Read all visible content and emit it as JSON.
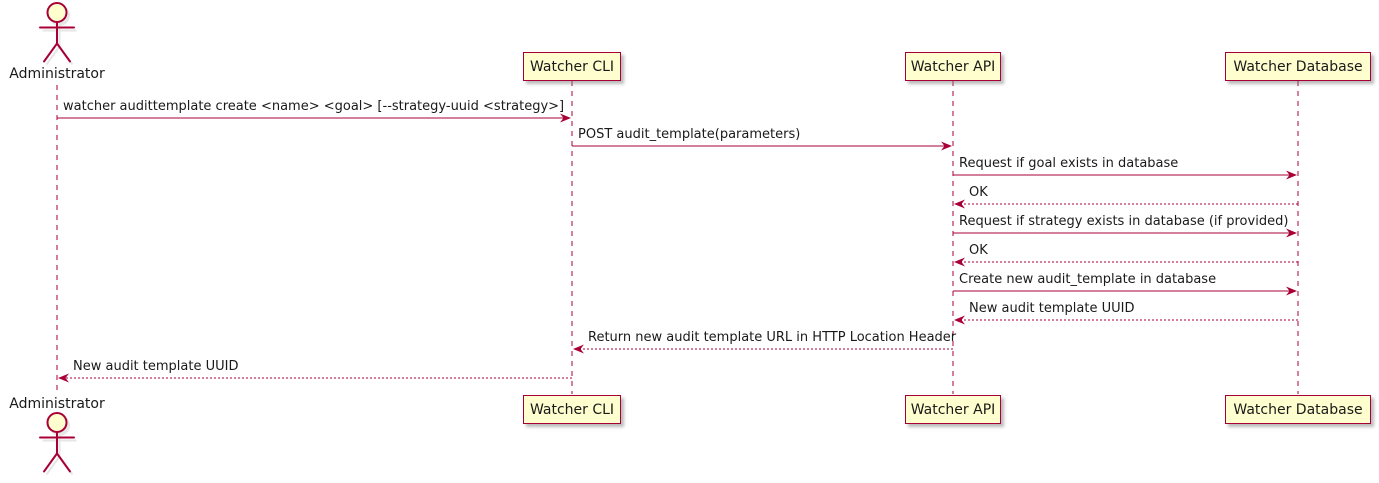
{
  "diagram": {
    "type": "sequence-diagram",
    "colors": {
      "background": "#FFFFFF",
      "stroke": "#A80036",
      "participant_fill": "#FEFECE",
      "text": "#1A1A1A",
      "shadow": "#828282"
    },
    "participants": [
      {
        "id": "administrator",
        "label": "Administrator",
        "kind": "actor",
        "icon": "actor-stick-figure-icon"
      },
      {
        "id": "watcher-cli",
        "label": "Watcher CLI",
        "kind": "participant"
      },
      {
        "id": "watcher-api",
        "label": "Watcher API",
        "kind": "participant"
      },
      {
        "id": "watcher-database",
        "label": "Watcher Database",
        "kind": "participant"
      }
    ],
    "messages": [
      {
        "from": "administrator",
        "to": "watcher-cli",
        "text": "watcher audittemplate create <name> <goal> [--strategy-uuid <strategy>]",
        "style": "solid"
      },
      {
        "from": "watcher-cli",
        "to": "watcher-api",
        "text": "POST audit_template(parameters)",
        "style": "solid"
      },
      {
        "from": "watcher-api",
        "to": "watcher-database",
        "text": "Request if goal exists in database",
        "style": "solid"
      },
      {
        "from": "watcher-database",
        "to": "watcher-api",
        "text": "OK",
        "style": "dashed"
      },
      {
        "from": "watcher-api",
        "to": "watcher-database",
        "text": "Request if strategy exists in database (if provided)",
        "style": "solid"
      },
      {
        "from": "watcher-database",
        "to": "watcher-api",
        "text": "OK",
        "style": "dashed"
      },
      {
        "from": "watcher-api",
        "to": "watcher-database",
        "text": "Create new audit_template in database",
        "style": "solid"
      },
      {
        "from": "watcher-database",
        "to": "watcher-api",
        "text": "New audit template UUID",
        "style": "dashed"
      },
      {
        "from": "watcher-api",
        "to": "watcher-cli",
        "text": "Return new audit template URL in HTTP Location Header",
        "style": "dashed"
      },
      {
        "from": "watcher-cli",
        "to": "administrator",
        "text": "New audit template UUID",
        "style": "dashed"
      }
    ]
  }
}
